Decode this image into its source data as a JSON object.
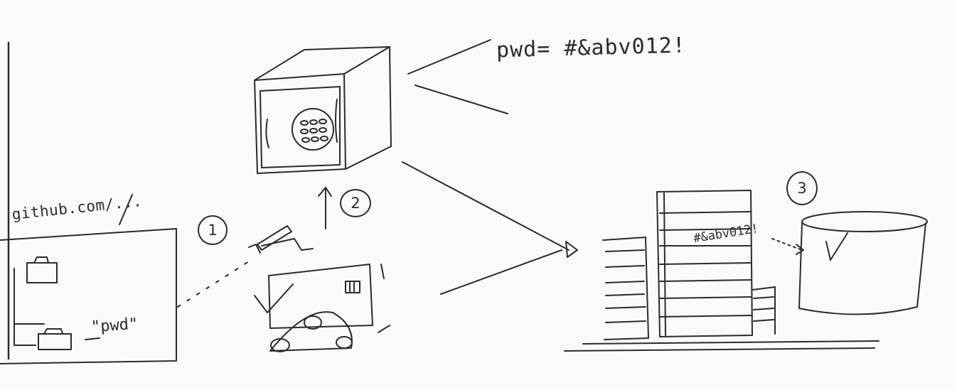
{
  "labels": {
    "repo_url": "github.com/...",
    "pwd_file": "\"pwd\"",
    "safe_password": "pwd= #&abv012!",
    "db_password": "#&abv012!"
  },
  "steps": [
    "1",
    "2",
    "3"
  ],
  "colors": {
    "ink": "#2b2b2b",
    "paper": "#fbfaf7"
  },
  "icons": {
    "repository": "browser-window-icon",
    "laptop": "laptop-icon",
    "vault": "safe-icon",
    "attacker": "robot-arm-icon",
    "server": "building-icon",
    "database": "database-cylinder-icon"
  }
}
